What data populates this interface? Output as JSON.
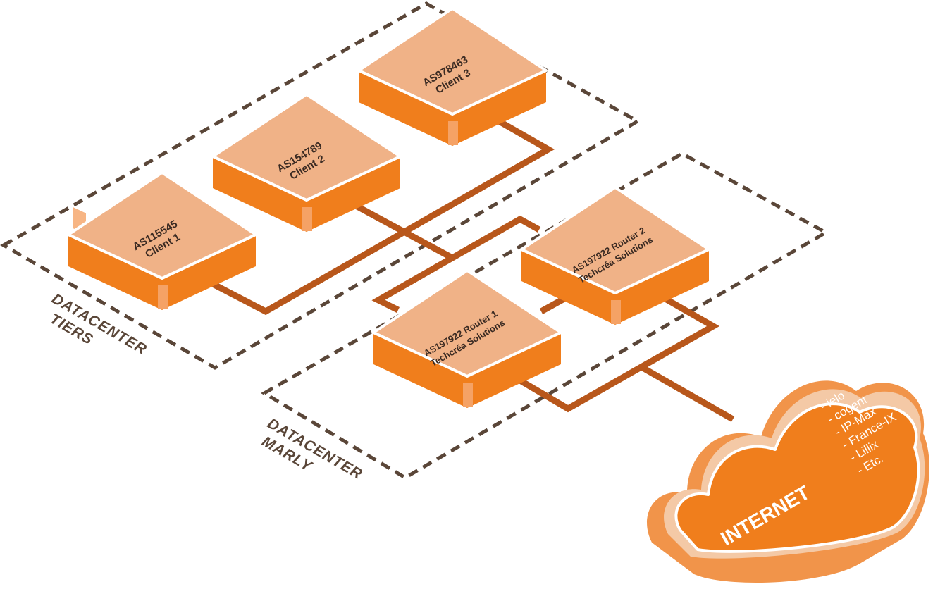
{
  "zones": {
    "tiers": {
      "line1": "DATACENTER",
      "line2": "TIERS"
    },
    "marly": {
      "line1": "DATACENTER",
      "line2": "MARLY"
    }
  },
  "nodes": {
    "client1": {
      "line1": "AS115545",
      "line2": "Client 1"
    },
    "client2": {
      "line1": "AS154789",
      "line2": "Client 2"
    },
    "client3": {
      "line1": "AS978463",
      "line2": "Client 3"
    },
    "router1": {
      "line1": "AS197922 Router 1",
      "line2": "Techcréa Solutions"
    },
    "router2": {
      "line1": "AS197922 Router 2",
      "line2": "Techcréa Solutions"
    }
  },
  "internet": {
    "title": "INTERNET",
    "providers": [
      "- ielo",
      "- cogent",
      "- IP-Max",
      "- France-IX",
      "- Lillix",
      "- Etc."
    ]
  },
  "colors": {
    "box_top": "#f0b287",
    "box_side": "#f07e1c",
    "box_edge": "#ffffff",
    "link": "#b8571b",
    "dash": "#5a4638",
    "cloud": "#f07e1c",
    "cloud_rim": "#f4c9a6"
  }
}
